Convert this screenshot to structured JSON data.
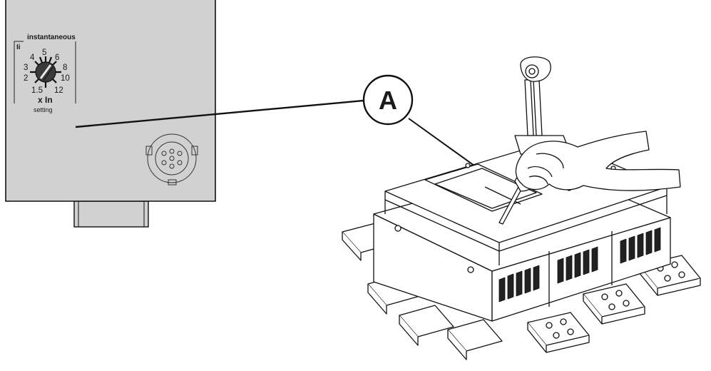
{
  "trip_unit": {
    "section_label": "instantaneous",
    "parameter": "Ii",
    "dial_settings": [
      "1.5",
      "2",
      "3",
      "4",
      "5",
      "6",
      "8",
      "10",
      "12"
    ],
    "unit_label": "x In",
    "caption": "setting"
  },
  "callout": {
    "letter": "A"
  },
  "colors": {
    "panel_fill": "#d1d1d1",
    "stroke": "#111111",
    "background": "#ffffff"
  }
}
